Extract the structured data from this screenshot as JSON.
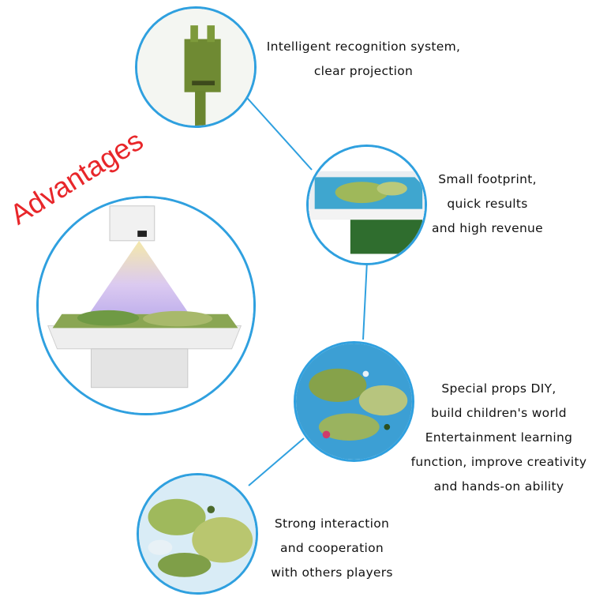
{
  "headline": "Advantages",
  "colors": {
    "accent_ring": "#2fa0df",
    "headline": "#e8262a",
    "text": "#111111"
  },
  "captions": {
    "recognition": [
      "Intelligent recognition system,",
      "clear projection"
    ],
    "footprint": [
      "Small footprint,",
      "quick results",
      "and high revenue"
    ],
    "props": [
      "Special props DIY,",
      "build children's world",
      "Entertainment learning",
      "function, improve creativity",
      "and hands-on ability"
    ],
    "interaction": [
      "Strong interaction",
      "and cooperation",
      "with others players"
    ]
  }
}
